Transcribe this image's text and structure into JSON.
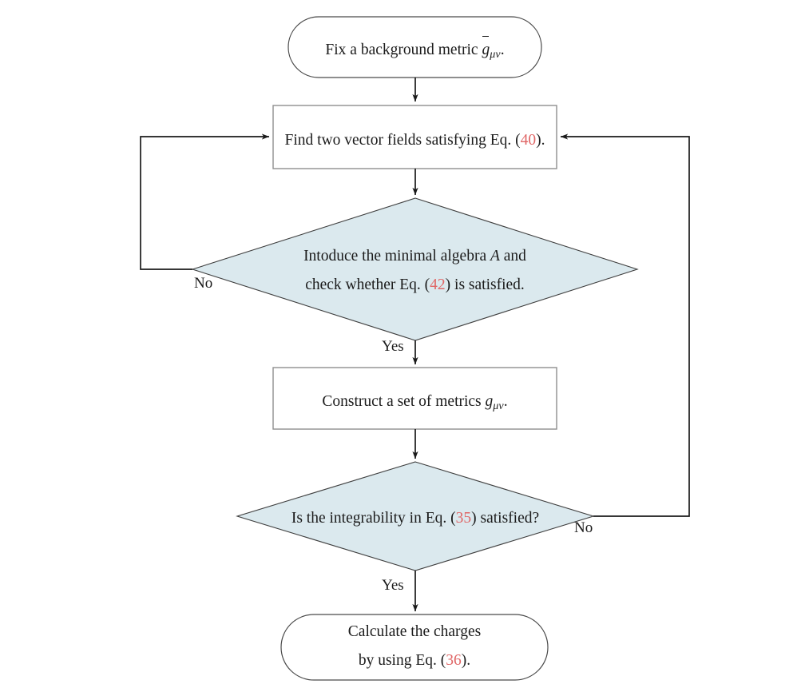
{
  "diagram": {
    "title": "Flowchart for constructing metrics and calculating charges",
    "background_color": "#ffffff",
    "decision_fill_color": "#dbe9ee",
    "decision_stroke_color": "#3f3f3f",
    "process_stroke_color": "#8a8a8a",
    "terminal_stroke_color": "#4a4a4a",
    "connector_color": "#1a1a1a",
    "equation_reference_color": "#e06666"
  },
  "nodes": {
    "start": {
      "shape": "stadium",
      "text_plain": "Fix a background metric ḡμν.",
      "text_prefix": "Fix a background metric ",
      "symbol_base": "g",
      "symbol_sub": "μν",
      "text_suffix": "."
    },
    "find_vectors": {
      "shape": "rectangle",
      "text_plain": "Find two vector fields satisfying Eq. (40).",
      "text_prefix": "Find two vector fields satisfying Eq. (",
      "eq_number": "40",
      "text_suffix": ")."
    },
    "minimal_algebra": {
      "shape": "diamond",
      "text_plain": "Intoduce the minimal algebra A and check whether Eq. (42) is satisfied.",
      "line1_prefix": "Intoduce the minimal algebra ",
      "line1_symbol": "A",
      "line1_suffix": " and",
      "line2_prefix": "check whether Eq. (",
      "line2_eq_number": "42",
      "line2_suffix": ") is satisfied."
    },
    "construct_metrics": {
      "shape": "rectangle",
      "text_plain": "Construct a set of metrics gμν.",
      "text_prefix": "Construct a set of metrics ",
      "symbol_base": "g",
      "symbol_sub": "μν",
      "text_suffix": "."
    },
    "integrability": {
      "shape": "diamond",
      "text_plain": "Is the integrability in Eq. (35) satisfied?",
      "text_prefix": "Is the integrability in Eq. (",
      "eq_number": "35",
      "text_suffix": ") satisfied?"
    },
    "calculate_charges": {
      "shape": "stadium",
      "text_plain": "Calculate the charges by using Eq. (36).",
      "line1": "Calculate the charges",
      "line2_prefix": "by using Eq. (",
      "line2_eq_number": "36",
      "line2_suffix": ")."
    }
  },
  "branch_labels": {
    "algebra_no": "No",
    "algebra_yes": "Yes",
    "integrability_no": "No",
    "integrability_yes": "Yes"
  }
}
